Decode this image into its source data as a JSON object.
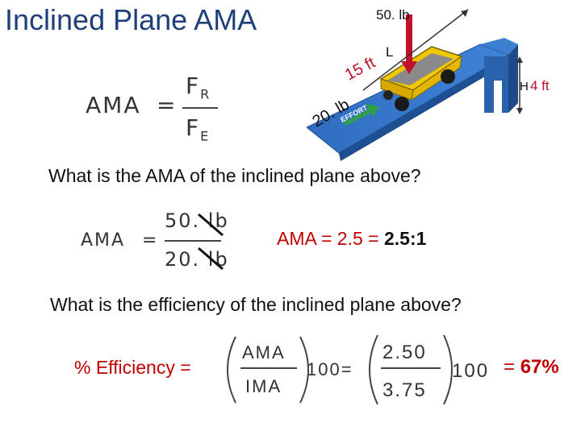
{
  "title": "Inclined Plane AMA",
  "formula": {
    "lhs": "AMA",
    "equals": "=",
    "numerator": "F",
    "numerator_sub": "R",
    "denominator": "F",
    "denominator_sub": "E"
  },
  "diagram": {
    "load_label": "50. lb",
    "length_label": "15 ft",
    "l_label": "L",
    "effort_label": "20. lb",
    "effort_arrow_text": "EFFORT",
    "height_label": "4 ft",
    "h_label": "H"
  },
  "question1": "What is the AMA of the inclined plane above?",
  "calc1": {
    "lhs": "AMA",
    "equals": "=",
    "numerator": "50. lb",
    "denominator": "20. lb"
  },
  "answer1": {
    "prefix": "AMA = 2.5 = ",
    "bold": "2.5:1"
  },
  "question2": "What is the efficiency of the inclined plane above?",
  "efficiency": {
    "label": "% Efficiency =",
    "frac1_num": "AMA",
    "frac1_den": "IMA",
    "hundred_1": "100=",
    "frac2_num": "2.50",
    "frac2_den": "3.75",
    "hundred_2": "100",
    "result_prefix": "= ",
    "result_bold": "67%"
  },
  "colors": {
    "title": "#1f3f7a",
    "result_red": "#c00000",
    "ramp_blue": "#2e6fbf",
    "cart_yellow": "#f0c400",
    "effort_green": "#2e9e4a",
    "load_arrow": "#c0102a"
  }
}
